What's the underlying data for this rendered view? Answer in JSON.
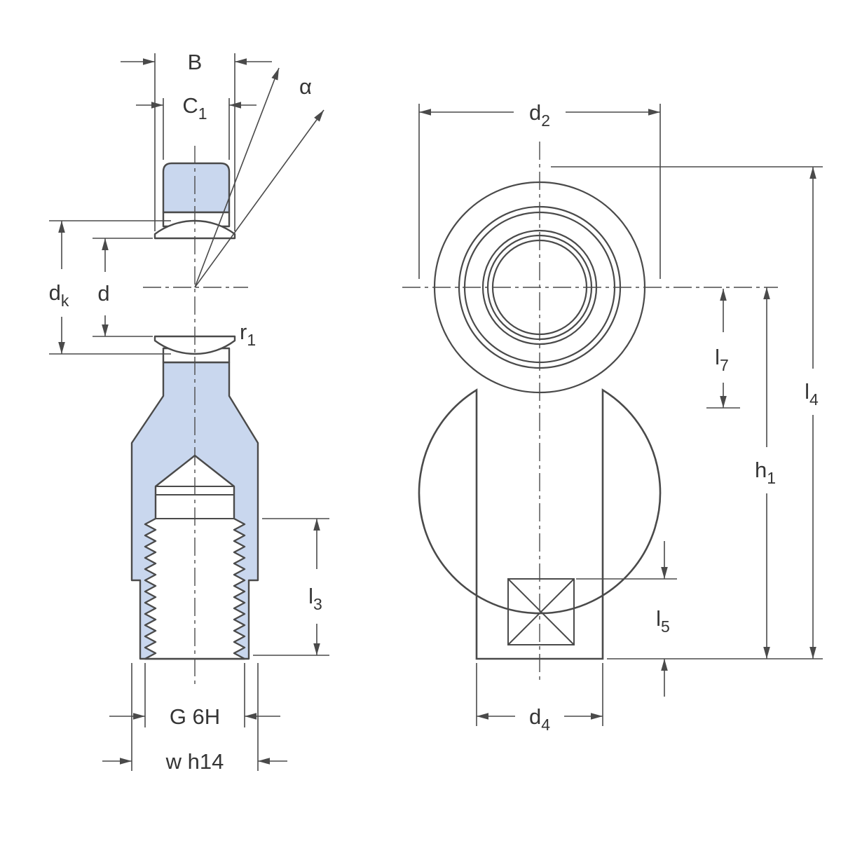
{
  "diagram": {
    "colors": {
      "body_fill": "#c9d7ee",
      "line": "#4a4a4a",
      "text": "#353535",
      "background": "#ffffff"
    },
    "labels": {
      "B": {
        "base": "B",
        "sub": ""
      },
      "C1": {
        "base": "C",
        "sub": "1"
      },
      "alpha": {
        "base": "α",
        "sub": ""
      },
      "dk": {
        "base": "d",
        "sub": "k"
      },
      "d": {
        "base": "d",
        "sub": ""
      },
      "r1": {
        "base": "r",
        "sub": "1"
      },
      "l3": {
        "base": "l",
        "sub": "3"
      },
      "G6H": {
        "base": "G 6H",
        "sub": ""
      },
      "wh14": {
        "base": "w h14",
        "sub": ""
      },
      "d2": {
        "base": "d",
        "sub": "2"
      },
      "l7": {
        "base": "l",
        "sub": "7"
      },
      "l4": {
        "base": "l",
        "sub": "4"
      },
      "h1": {
        "base": "h",
        "sub": "1"
      },
      "l5": {
        "base": "l",
        "sub": "5"
      },
      "d4": {
        "base": "d",
        "sub": "4"
      }
    }
  }
}
